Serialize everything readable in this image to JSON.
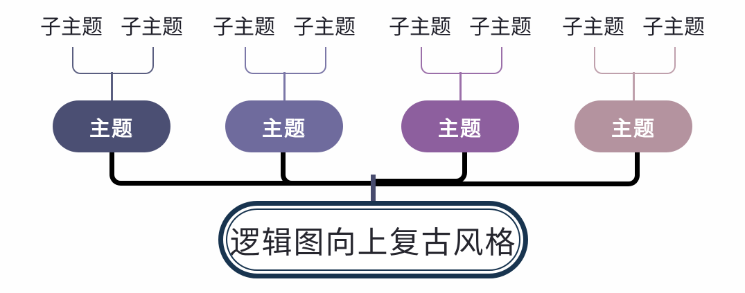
{
  "diagram": {
    "style_name": "logic-chart-upward-retro",
    "central": {
      "label": "逻辑图向上复古风格",
      "border_color": "#18344f",
      "text_color": "#26262e",
      "fill": "#ffffff"
    },
    "themes": [
      {
        "label": "主题",
        "fill": "#4b4f73",
        "line_color": "#5a5e80",
        "subtopics": [
          "子主题",
          "子主题"
        ]
      },
      {
        "label": "主题",
        "fill": "#6f6b9d",
        "line_color": "#7b77a7",
        "subtopics": [
          "子主题",
          "子主题"
        ]
      },
      {
        "label": "主题",
        "fill": "#8d5f9e",
        "line_color": "#9b6fa9",
        "subtopics": [
          "子主题",
          "子主题"
        ]
      },
      {
        "label": "主题",
        "fill": "#b4939f",
        "line_color": "#bfa0ac",
        "subtopics": [
          "子主题",
          "子主题"
        ]
      }
    ],
    "colors": {
      "background": "#fefefe",
      "subtopic_text": "#1e1e28",
      "theme_text": "#ffffff",
      "center_stub": "#474b6e"
    }
  }
}
